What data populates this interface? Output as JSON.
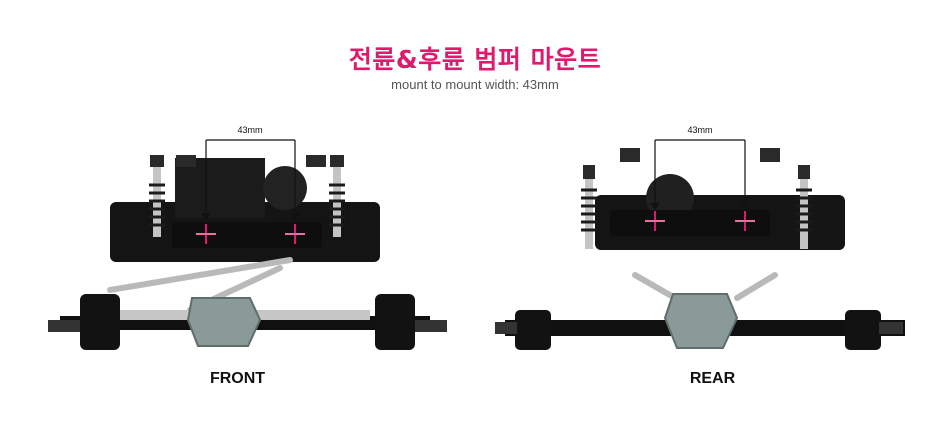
{
  "header": {
    "title": "전륜&후륜 범퍼 마운트",
    "subtitle": "mount to mount width: 43mm"
  },
  "colors": {
    "title": "#e0196e",
    "marker": "#e0196e",
    "chassis": "#111111",
    "metal": "#b9b9b9",
    "diff": "#8a9a98"
  },
  "front": {
    "caption": "FRONT",
    "dimension_label": "43mm"
  },
  "rear": {
    "caption": "REAR",
    "dimension_label": "43mm"
  }
}
